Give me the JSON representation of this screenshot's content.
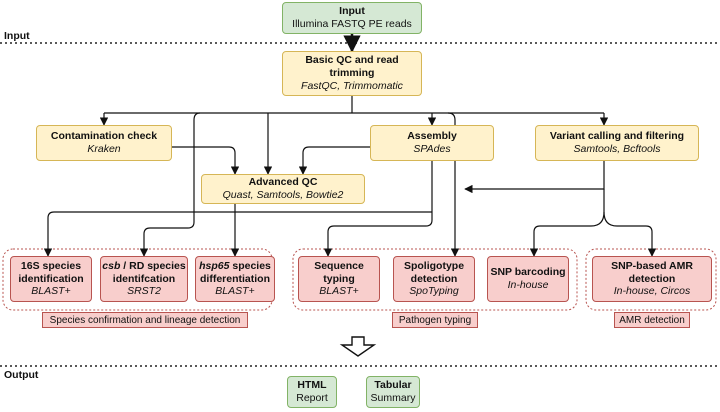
{
  "sections": {
    "input": "Input",
    "output": "Output"
  },
  "nodes": {
    "input": {
      "title": "Input",
      "sub": "Illumina FASTQ PE reads"
    },
    "qc": {
      "title": "Basic QC and read trimming",
      "tools": "FastQC, Trimmomatic"
    },
    "contamination": {
      "title": "Contamination check",
      "tools": "Kraken"
    },
    "assembly": {
      "title": "Assembly",
      "tools": "SPAdes"
    },
    "variant": {
      "title": "Variant calling and filtering",
      "tools": "Samtools, Bcftools"
    },
    "advqc": {
      "title": "Advanced QC",
      "tools": "Quast, Samtools, Bowtie2"
    },
    "s16": {
      "title": "16S species identification",
      "tools": "BLAST+"
    },
    "csb": {
      "title_em": "csb",
      "title_rest": " / RD species identifcation",
      "tools": "SRST2"
    },
    "hsp65": {
      "title_em": "hsp65",
      "title_rest": " species differentiation",
      "tools": "BLAST+"
    },
    "seqtyping": {
      "title": "Sequence typing",
      "tools": "BLAST+"
    },
    "spoligo": {
      "title": "Spoligotype detection",
      "tools": "SpoTyping"
    },
    "snpbar": {
      "title": "SNP barcoding",
      "tools": "In-house"
    },
    "amr": {
      "title": "SNP-based AMR detection",
      "tools": "In-house, Circos"
    },
    "html": {
      "title": "HTML",
      "sub": "Report"
    },
    "tabular": {
      "title": "Tabular",
      "sub": "Summary"
    }
  },
  "groups": {
    "species": "Species confirmation and lineage detection",
    "pathogen": "Pathogen typing",
    "amr": "AMR detection"
  },
  "colors": {
    "green_fill": "#d5e8d4",
    "green_stroke": "#82b366",
    "yellow_fill": "#fff2cc",
    "yellow_stroke": "#d6b656",
    "red_fill": "#f8cecc",
    "red_stroke": "#b85450"
  }
}
